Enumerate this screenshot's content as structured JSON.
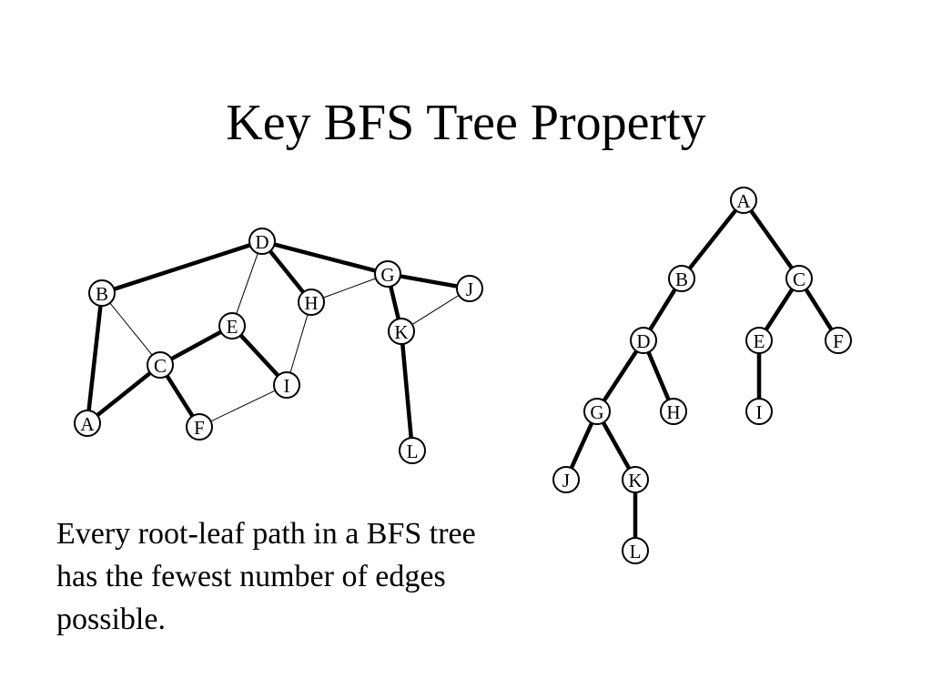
{
  "slide": {
    "title": "Key BFS Tree Property",
    "caption_lines": [
      "Every root-leaf path in a BFS tree",
      "has the fewest number of edges",
      "possible."
    ]
  },
  "graph": {
    "nodes": [
      "A",
      "B",
      "C",
      "D",
      "E",
      "F",
      "G",
      "H",
      "I",
      "J",
      "K",
      "L"
    ],
    "tree_edges": [
      [
        "A",
        "B"
      ],
      [
        "A",
        "C"
      ],
      [
        "B",
        "D"
      ],
      [
        "C",
        "E"
      ],
      [
        "C",
        "F"
      ],
      [
        "D",
        "G"
      ],
      [
        "D",
        "H"
      ],
      [
        "E",
        "I"
      ],
      [
        "G",
        "J"
      ],
      [
        "G",
        "K"
      ],
      [
        "K",
        "L"
      ]
    ],
    "non_tree_edges": [
      [
        "B",
        "C"
      ],
      [
        "D",
        "E"
      ],
      [
        "F",
        "I"
      ],
      [
        "H",
        "I"
      ],
      [
        "H",
        "G"
      ],
      [
        "J",
        "K"
      ]
    ]
  },
  "bfs_tree": {
    "root": "A",
    "children": {
      "A": [
        "B",
        "C"
      ],
      "B": [
        "D"
      ],
      "C": [
        "E",
        "F"
      ],
      "D": [
        "G",
        "H"
      ],
      "E": [
        "I"
      ],
      "G": [
        "J",
        "K"
      ],
      "K": [
        "L"
      ]
    }
  }
}
